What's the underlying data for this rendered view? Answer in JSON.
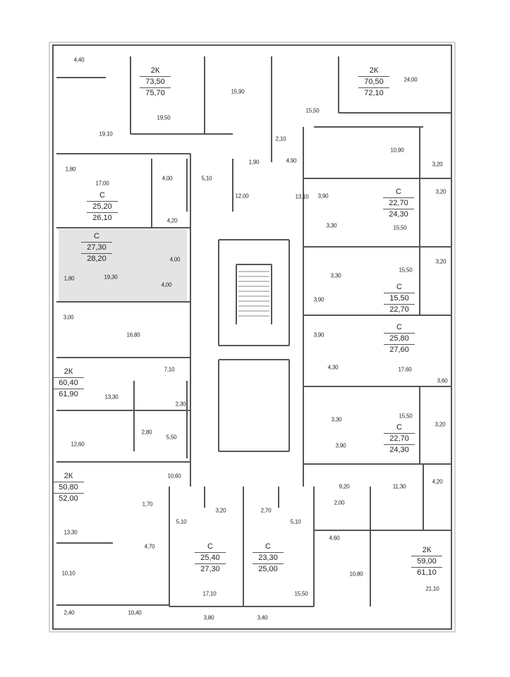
{
  "title": "Floor plan",
  "apartments": [
    {
      "type": "2К",
      "living": "73,50",
      "total": "75,70"
    },
    {
      "type": "2К",
      "living": "70,50",
      "total": "72,10"
    },
    {
      "type": "С",
      "living": "25,20",
      "total": "26,10"
    },
    {
      "type": "С",
      "living": "22,70",
      "total": "24,30"
    },
    {
      "type": "С",
      "living": "27,30",
      "total": "28,20"
    },
    {
      "type": "С",
      "living": "15,50",
      "total": "22,70"
    },
    {
      "type": "С",
      "living": "25,80",
      "total": "27,60"
    },
    {
      "type": "2К",
      "living": "60,40",
      "total": "61,90"
    },
    {
      "type": "С",
      "living": "22,70",
      "total": "24,30"
    },
    {
      "type": "2К",
      "living": "50,80",
      "total": "52,00"
    },
    {
      "type": "С",
      "living": "25,40",
      "total": "27,30"
    },
    {
      "type": "С",
      "living": "23,30",
      "total": "25,00"
    },
    {
      "type": "2К",
      "living": "59,00",
      "total": "61,10"
    }
  ],
  "rooms": [
    "4,40",
    "15,90",
    "19,50",
    "19,10",
    "1,80",
    "17,00",
    "4,00",
    "5,10",
    "12,00",
    "1,90",
    "2,10",
    "15,50",
    "24,00",
    "10,90",
    "3,20",
    "4,90",
    "13,10",
    "3,90",
    "3,20",
    "15,50",
    "3,30",
    "4,20",
    "4,00",
    "19,30",
    "1,80",
    "4,00",
    "3,30",
    "15,50",
    "3,20",
    "3,90",
    "3,00",
    "16,80",
    "3,90",
    "4,30",
    "17,60",
    "3,60",
    "7,10",
    "13,30",
    "2,30",
    "2,80",
    "5,50",
    "12,60",
    "15,50",
    "3,20",
    "3,30",
    "3,90",
    "10,60",
    "9,20",
    "11,30",
    "4,20",
    "1,70",
    "2,00",
    "3,20",
    "2,70",
    "5,10",
    "5,10",
    "13,30",
    "4,70",
    "4,60",
    "10,10",
    "10,80",
    "21,10",
    "17,10",
    "15,50",
    "2,40",
    "10,40",
    "3,80",
    "3,40"
  ],
  "highlight_color": "#e4e4e4",
  "wall_color": "#555555"
}
